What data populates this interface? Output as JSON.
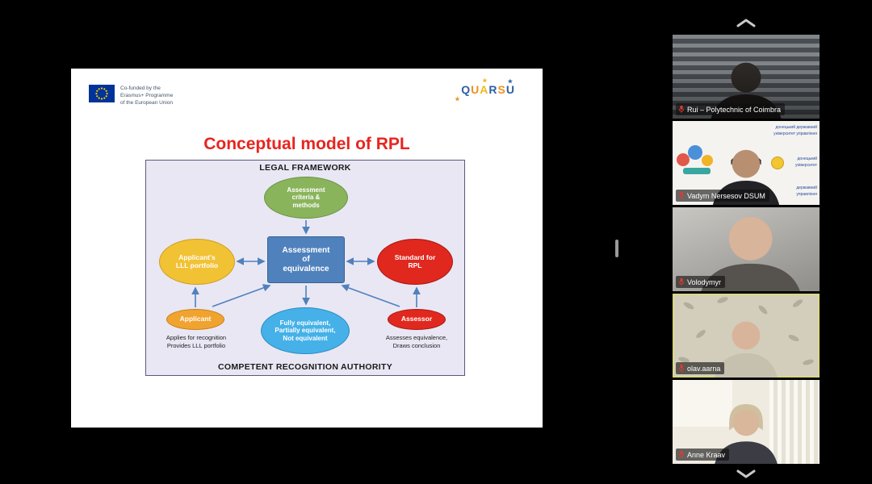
{
  "colors": {
    "accent_red": "#e8241f",
    "active_speaker_border": "#d8d884",
    "muted_mic": "#e03a2f"
  },
  "slide": {
    "eu_caption": "Co-funded by the\nErasmus+ Programme\nof the European Union",
    "brand_letters": [
      "Q",
      "U",
      "A",
      "R",
      "S",
      "U"
    ],
    "title": "Conceptual model of RPL",
    "diagram": {
      "legal": "LEGAL FRAMEWORK",
      "authority": "COMPETENT RECOGNITION AUTHORITY",
      "criteria": "Assessment\ncriteria &\nmethods",
      "assessment": "Assessment\nof\nequivalence",
      "portfolio": "Applicant's\nLLL portfolio",
      "standard": "Standard for\nRPL",
      "applicant": "Applicant",
      "result": "Fully equivalent,\nPartially equivalent,\nNot equivalent",
      "assessor": "Assessor",
      "left_note": "Applies for recognition\nProvides LLL portfolio",
      "right_note": "Assesses equivalence,\nDraws conclusion"
    }
  },
  "participants": [
    {
      "name": "Rui – Polytechnic of Coimbra",
      "muted": true
    },
    {
      "name": "Vadym Nersesov DSUM",
      "muted": true,
      "overlay_line1": "донецький державний\nуніверситет управління",
      "overlay_line2": "донецький\nуніверситет",
      "overlay_line3": "державний\nуправління"
    },
    {
      "name": "Volodymyr",
      "muted": true
    },
    {
      "name": "olav.aarna",
      "muted": true,
      "active_speaker": true
    },
    {
      "name": "Anne Kraav",
      "muted": true
    }
  ]
}
